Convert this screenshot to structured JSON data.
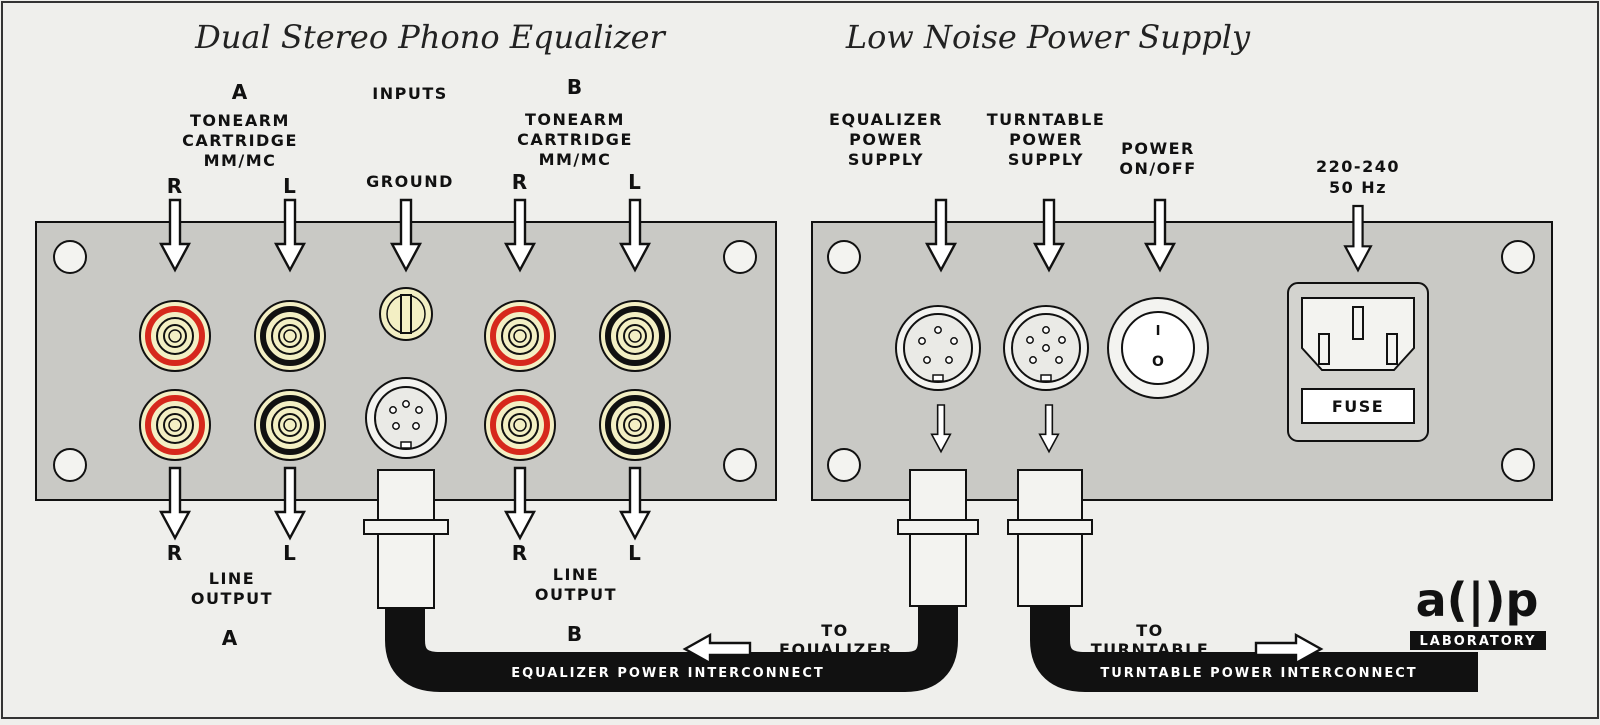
{
  "titles": {
    "left": "Dual Stereo Phono Equalizer",
    "right": "Low Noise Power Supply"
  },
  "eq": {
    "group_a": "A",
    "group_b": "B",
    "inputs": "INPUTS",
    "tonearm_1": "TONEARM",
    "tonearm_2": "CARTRIDGE",
    "tonearm_3": "MM/MC",
    "ground": "GROUND",
    "ch_r": "R",
    "ch_l": "L",
    "line_output_1": "LINE",
    "line_output_2": "OUTPUT",
    "to_equalizer_1": "TO",
    "to_equalizer_2": "EQUALIZER"
  },
  "psu": {
    "eq_supply_1": "EQUALIZER",
    "eq_supply_2": "POWER",
    "eq_supply_3": "SUPPLY",
    "tt_supply_1": "TURNTABLE",
    "tt_supply_2": "POWER",
    "tt_supply_3": "SUPPLY",
    "power_1": "POWER",
    "power_2": "ON/OFF",
    "mains_1": "220-240",
    "mains_2": "50 Hz",
    "switch_on": "I",
    "switch_off": "O",
    "fuse": "FUSE",
    "to_turntable_1": "TO",
    "to_turntable_2": "TURNTABLE"
  },
  "cables": {
    "eq_interconnect": "EQUALIZER POWER INTERCONNECT",
    "tt_interconnect": "TURNTABLE  POWER INTERCONNECT"
  },
  "logo": {
    "mark": "a(|)p",
    "sub": "LABORATORY"
  },
  "colors": {
    "panel": "#c9c9c5",
    "jack_body": "#f3efc4",
    "red_ring": "#d6281c",
    "black_ring": "#111111",
    "background": "#efefec"
  }
}
